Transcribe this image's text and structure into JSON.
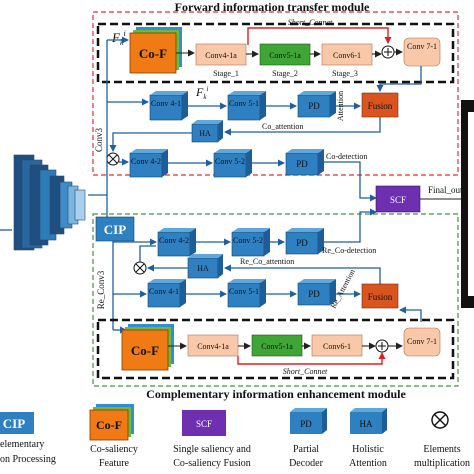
{
  "forward_module": {
    "title": "Forward information transfer module",
    "short_connect": "Short_Connet",
    "cof": "Co-F",
    "fk": "F",
    "fk_sub": "k",
    "fk_sup": "i",
    "enc_labels": [
      "Conv4-1a",
      "Conv5-1a",
      "Conv6-1",
      "Conv 7-1"
    ],
    "stages": [
      "Stage_1",
      "Stage_2",
      "Stage_3"
    ],
    "row1": [
      "Conv 4-1",
      "Conv 5-1",
      "PD",
      "Fusion"
    ],
    "ha": "HA",
    "attention": "Attention",
    "co_attention": "Co_attention",
    "row3": [
      "Conv 4-2",
      "Conv 5-2",
      "PD"
    ],
    "co_detection": "Co-detection",
    "conv3": "Conv3"
  },
  "scf": "SCF",
  "final_out": "Final_out",
  "complementary_module": {
    "title": "Complementary information enhancement module",
    "cip": "CIP",
    "re_conv3": "Re_Conv3",
    "row1": [
      "Conv 4-2",
      "Conv 5-2",
      "PD"
    ],
    "re_co_detection": "Re_Co-detection",
    "ha": "HA",
    "re_co_attention": "Re_Co_attention",
    "re_attention": "Re_Attention",
    "row3": [
      "Conv 4-1",
      "Conv 5-1",
      "PD",
      "Fusion"
    ],
    "cof": "Co-F",
    "enc_labels": [
      "Conv4-1a",
      "Conv5-1a",
      "Conv6-1",
      "Conv 7-1"
    ],
    "short_connect": "Short_Connet"
  },
  "legend": [
    {
      "symbol": "CIP",
      "line1": "elementary",
      "line2": "on Processing"
    },
    {
      "symbol": "Co-F",
      "line1": "Co-saliency",
      "line2": "Feature"
    },
    {
      "symbol": "SCF",
      "line1": "Single saliency and",
      "line2": "Co-saliency Fusion"
    },
    {
      "symbol": "PD",
      "line1": "Partial",
      "line2": "Decoder"
    },
    {
      "symbol": "HA",
      "line1": "Holistic",
      "line2": "Attention"
    },
    {
      "symbol": "⊗",
      "line1": "Elements",
      "line2": "multiplication"
    }
  ],
  "colors": {
    "block_blue": "#2f80c0",
    "cof_orange": "#f07a14",
    "conv_peach": "#f8c8a8",
    "conv_green": "#3fa535",
    "fusion": "#d9541e",
    "scf_purple": "#6e2fb0",
    "dashed_red": "#e03030",
    "dashed_green": "#3a9a3a"
  }
}
